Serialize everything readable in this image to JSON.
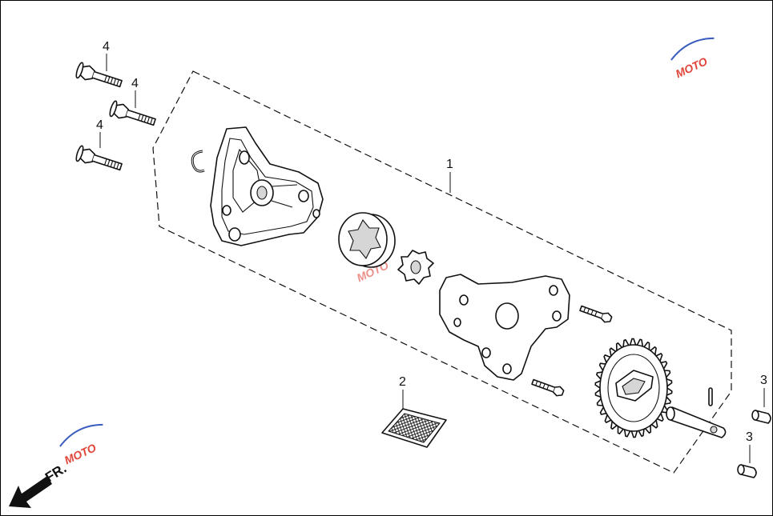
{
  "callouts": {
    "assembly": "1",
    "strainer": "2",
    "pin_a": "3",
    "pin_b": "3",
    "bolt_a": "4",
    "bolt_b": "4",
    "bolt_c": "4"
  },
  "direction": {
    "label": "FR."
  },
  "watermark": {
    "text": "MOTO",
    "accent_color": "#e0453a",
    "secondary_color": "#3a5dbf"
  }
}
